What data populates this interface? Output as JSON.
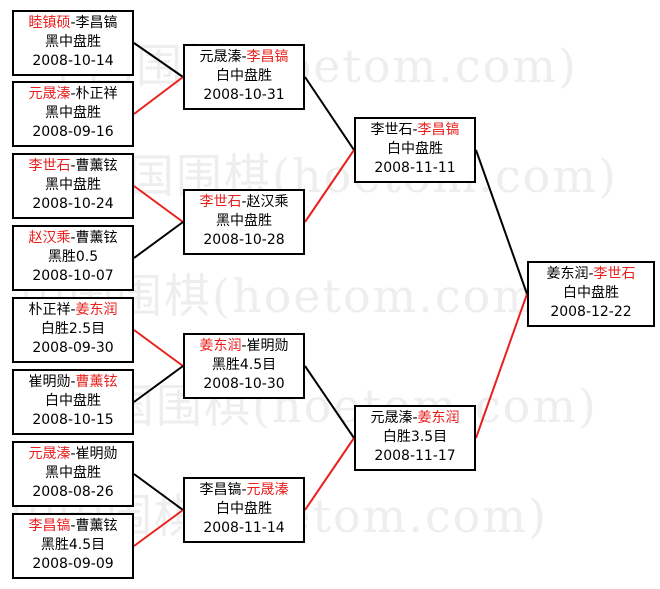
{
  "watermark": "中国围棋(hoetom.com)",
  "colors": {
    "winner_name": "#e8201e",
    "winner_line": "#e8201e",
    "loser_line": "#000000",
    "box_border": "#000000"
  },
  "round1": [
    {
      "p1": "睦镇硕",
      "p2": "李昌镐",
      "winner": 1,
      "result": "黑中盘胜",
      "date": "2008-10-14"
    },
    {
      "p1": "元晟溱",
      "p2": "朴正祥",
      "winner": 1,
      "result": "黑中盘胜",
      "date": "2008-09-16"
    },
    {
      "p1": "李世石",
      "p2": "曹薰铉",
      "winner": 1,
      "result": "黑中盘胜",
      "date": "2008-10-24"
    },
    {
      "p1": "赵汉乘",
      "p2": "曹薰铉",
      "winner": 1,
      "result": "黑胜0.5",
      "date": "2008-10-07"
    },
    {
      "p1": "朴正祥",
      "p2": "姜东润",
      "winner": 2,
      "result": "白胜2.5目",
      "date": "2008-09-30"
    },
    {
      "p1": "崔明勋",
      "p2": "曹薰铉",
      "winner": 2,
      "result": "白中盘胜",
      "date": "2008-10-15"
    },
    {
      "p1": "元晟溱",
      "p2": "崔明勋",
      "winner": 1,
      "result": "黑中盘胜",
      "date": "2008-08-26"
    },
    {
      "p1": "李昌镐",
      "p2": "曹薰铉",
      "winner": 1,
      "result": "黑胜4.5目",
      "date": "2008-09-09"
    }
  ],
  "round2": [
    {
      "p1": "元晟溱",
      "p2": "李昌镐",
      "winner": 2,
      "result": "白中盘胜",
      "date": "2008-10-31"
    },
    {
      "p1": "李世石",
      "p2": "赵汉乘",
      "winner": 1,
      "result": "黑中盘胜",
      "date": "2008-10-28"
    },
    {
      "p1": "姜东润",
      "p2": "崔明勋",
      "winner": 1,
      "result": "黑胜4.5目",
      "date": "2008-10-30"
    },
    {
      "p1": "李昌镐",
      "p2": "元晟溱",
      "winner": 2,
      "result": "白中盘胜",
      "date": "2008-11-14"
    }
  ],
  "round3": [
    {
      "p1": "李世石",
      "p2": "李昌镐",
      "winner": 2,
      "result": "白中盘胜",
      "date": "2008-11-11"
    },
    {
      "p1": "元晟溱",
      "p2": "姜东润",
      "winner": 2,
      "result": "白胜3.5目",
      "date": "2008-11-17"
    }
  ],
  "final": [
    {
      "p1": "姜东润",
      "p2": "李世石",
      "winner": 2,
      "result": "白中盘胜",
      "date": "2008-12-22"
    }
  ]
}
